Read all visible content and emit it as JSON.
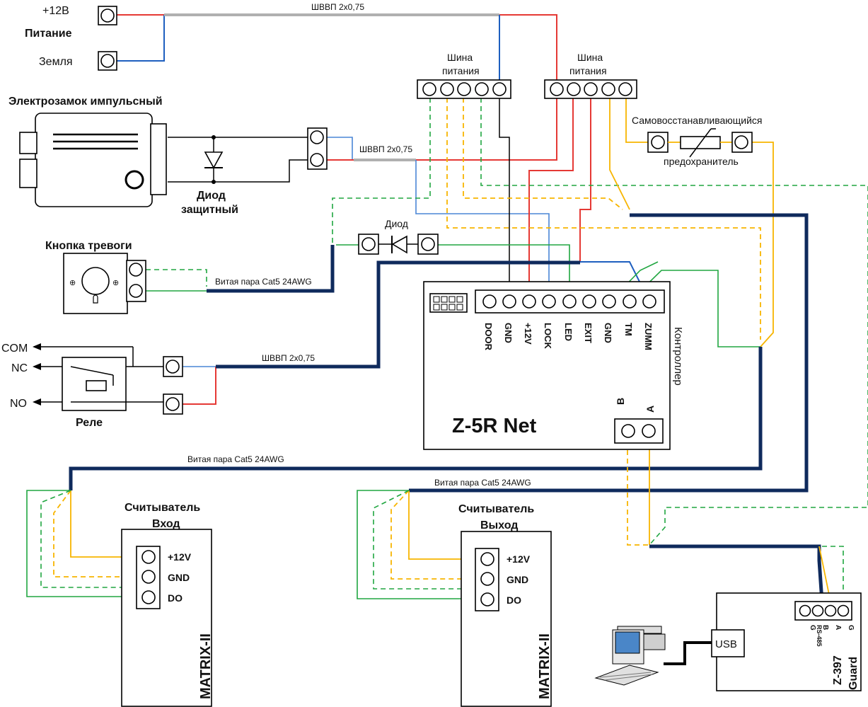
{
  "power": {
    "plus12": "+12В",
    "title": "Питание",
    "ground": "Земля"
  },
  "cables": {
    "top": "ШВВП 2х0,75",
    "lock": "ШВВП 2х0,75",
    "relay": "ШВВП 2х0,75",
    "alarm": "Витая пара Cat5 24AWG",
    "reader_in": "Витая пара Cat5 24AWG",
    "reader_out": "Витая пара Cat5 24AWG"
  },
  "bus1": {
    "line1": "Шина",
    "line2": "питания"
  },
  "bus2": {
    "line1": "Шина",
    "line2": "питания"
  },
  "lock": {
    "title": "Электрозамок импульсный",
    "diode1": "Диод",
    "diode2": "защитный"
  },
  "fuse": {
    "line1": "Самовосстанавливающийся",
    "line2": "предохранитель"
  },
  "alarm_button": {
    "title": "Кнопка тревоги"
  },
  "diode": {
    "label": "Диод"
  },
  "relay": {
    "title": "Реле",
    "com": "COM",
    "nc": "NC",
    "no": "NO"
  },
  "controller": {
    "name": "Z-5R Net",
    "caption": "Контроллер",
    "terminals": [
      "DOOR",
      "GND",
      "+12V",
      "LOCK",
      "LED",
      "EXIT",
      "GND",
      "TM",
      "ZUMM"
    ],
    "rs_b": "B",
    "rs_a": "A"
  },
  "reader_in": {
    "line1": "Считыватель",
    "line2": "Вход",
    "model": "MATRIX-II",
    "pins": [
      "+12V",
      "GND",
      "DO"
    ]
  },
  "reader_out": {
    "line1": "Считыватель",
    "line2": "Выход",
    "model": "MATRIX-II",
    "pins": [
      "+12V",
      "GND",
      "DO"
    ]
  },
  "converter": {
    "model1": "Z-397",
    "model2": "Guard",
    "usb": "USB",
    "pins": [
      "G",
      "A",
      "B",
      "G"
    ],
    "rs485": "RS-485"
  }
}
